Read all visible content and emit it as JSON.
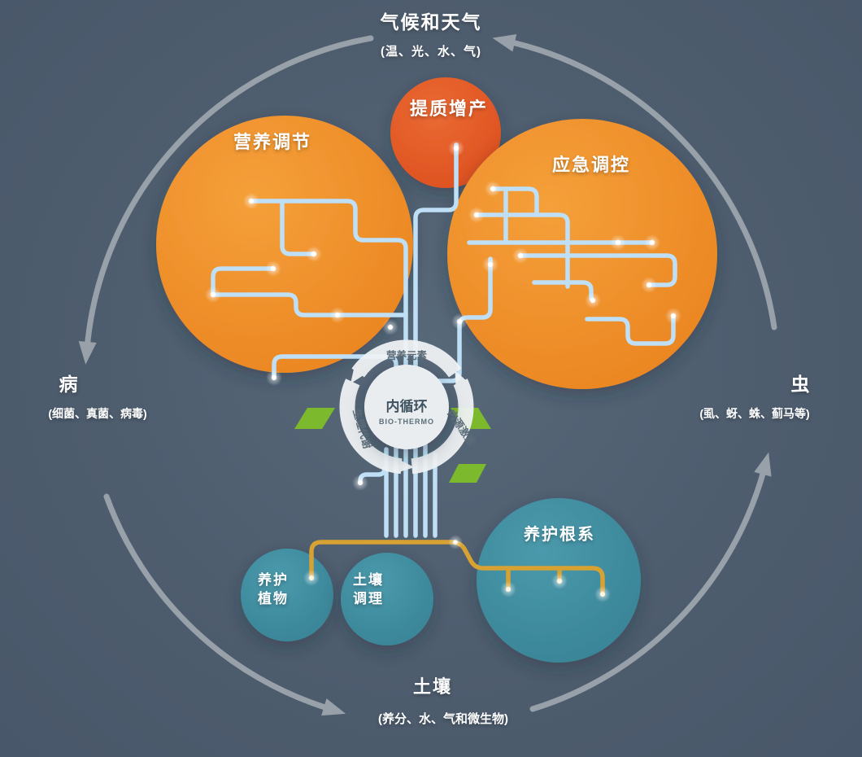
{
  "colors": {
    "background": "#4e5d6e",
    "bubble_orange": "#f09128",
    "bubble_red_orange": "#e35a26",
    "bubble_teal": "#3f8da0",
    "cycle_arrow_gray": "#9fa7af",
    "branch_blue": "#bedff5",
    "root_gold": "#d7a232",
    "leaf_green": "#7cb92c",
    "hub_fill": "#e9edf0",
    "hub_text": "#3f5260"
  },
  "outer_labels": {
    "top": {
      "title": "气候和天气",
      "subtitle": "(温、光、水、气)"
    },
    "left": {
      "title": "病",
      "subtitle": "(细菌、真菌、病毒)"
    },
    "right": {
      "title": "虫",
      "subtitle": "(虱、蚜、蛛、蓟马等)"
    },
    "bottom": {
      "title": "土壤",
      "subtitle": "(养分、水、气和微生物)"
    }
  },
  "bubbles": {
    "nutrition": "营养调节",
    "quality": "提质增产",
    "emergency": "应急调控",
    "root_care": "养护根系",
    "plant_care": "养护\n植物",
    "soil_conditioning": "土壤\n调理"
  },
  "hub": {
    "title": "内循环",
    "subtitle": "BIO-THERMO",
    "ring_top": "营养元素",
    "ring_left": "生理代谢",
    "ring_right": "内源激素"
  }
}
